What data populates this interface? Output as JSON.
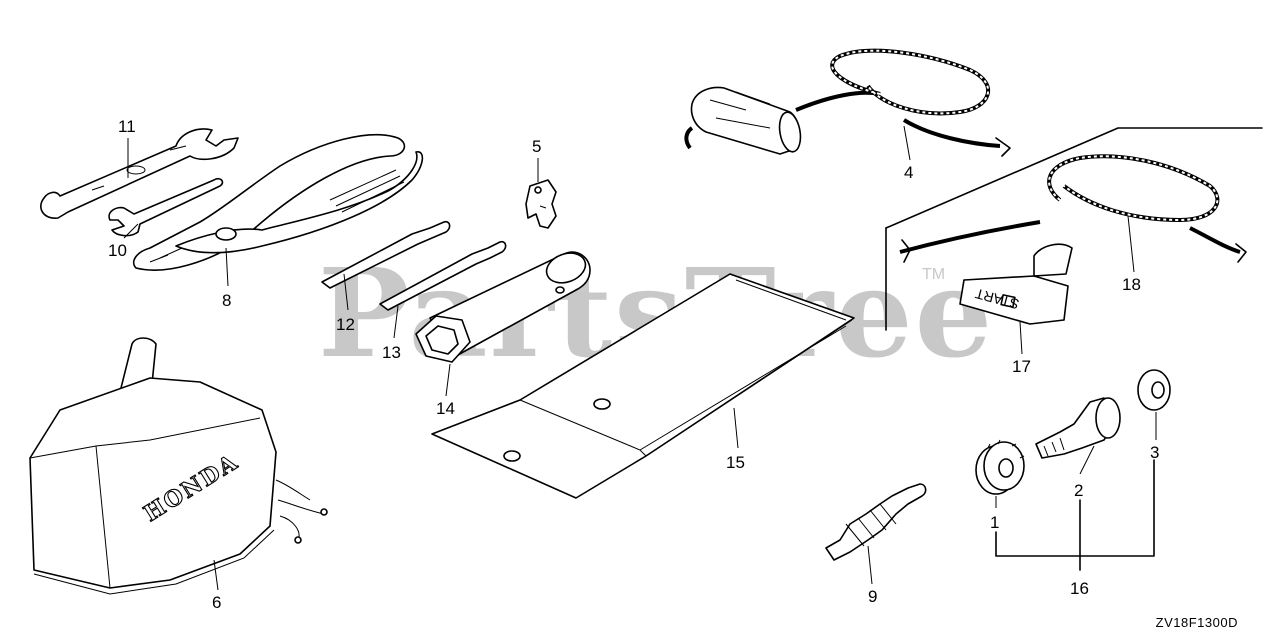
{
  "watermark": "PartsTree",
  "trademark": "TM",
  "drawing_code": "ZV18F1300D",
  "brand_mark": "HONDA",
  "starter_handle_text": "START",
  "callouts": [
    {
      "id": "callout-1",
      "label": "1"
    },
    {
      "id": "callout-2",
      "label": "2"
    },
    {
      "id": "callout-3",
      "label": "3"
    },
    {
      "id": "callout-4",
      "label": "4"
    },
    {
      "id": "callout-5",
      "label": "5"
    },
    {
      "id": "callout-6",
      "label": "6"
    },
    {
      "id": "callout-8",
      "label": "8"
    },
    {
      "id": "callout-9",
      "label": "9"
    },
    {
      "id": "callout-10",
      "label": "10"
    },
    {
      "id": "callout-11",
      "label": "11"
    },
    {
      "id": "callout-12",
      "label": "12"
    },
    {
      "id": "callout-13",
      "label": "13"
    },
    {
      "id": "callout-14",
      "label": "14"
    },
    {
      "id": "callout-15",
      "label": "15"
    },
    {
      "id": "callout-16",
      "label": "16"
    },
    {
      "id": "callout-17",
      "label": "17"
    },
    {
      "id": "callout-18",
      "label": "18"
    }
  ]
}
